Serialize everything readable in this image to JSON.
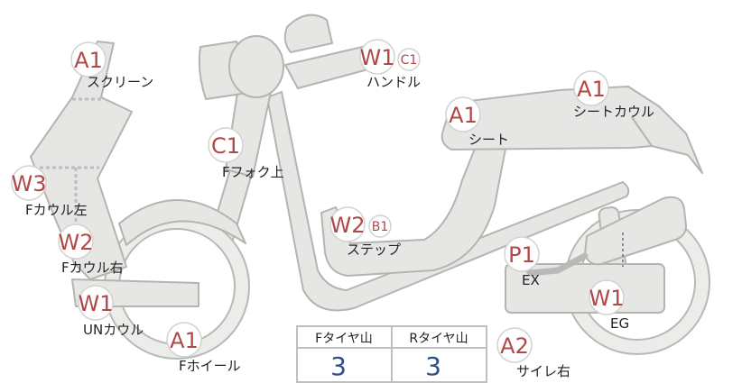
{
  "parts": [
    {
      "id": "screen",
      "code": "A1",
      "label": "スクリーン"
    },
    {
      "id": "f-cowl-left",
      "code": "W3",
      "label": "Fカウル左"
    },
    {
      "id": "f-cowl-right",
      "code": "W2",
      "label": "Fカウル右"
    },
    {
      "id": "un-cowl",
      "code": "W1",
      "label": "UNカウル"
    },
    {
      "id": "f-wheel",
      "code": "A1",
      "label": "Fホイール"
    },
    {
      "id": "f-fork-upper",
      "code": "C1",
      "label": "Fフォク上"
    },
    {
      "id": "handle",
      "code": "W1",
      "sub_code": "C1",
      "label": "ハンドル"
    },
    {
      "id": "seat",
      "code": "A1",
      "label": "シート"
    },
    {
      "id": "seat-cowl",
      "code": "A1",
      "label": "シートカウル"
    },
    {
      "id": "step",
      "code": "W2",
      "sub_code": "B1",
      "label": "ステップ"
    },
    {
      "id": "ex",
      "code": "P1",
      "label": "EX"
    },
    {
      "id": "eg",
      "code": "W1",
      "label": "EG"
    },
    {
      "id": "silencer-right",
      "code": "A2",
      "label": "サイレ右"
    }
  ],
  "tread_table": {
    "headers": [
      "Fタイヤ山",
      "Rタイヤ山"
    ],
    "values": [
      "3",
      "3"
    ]
  }
}
